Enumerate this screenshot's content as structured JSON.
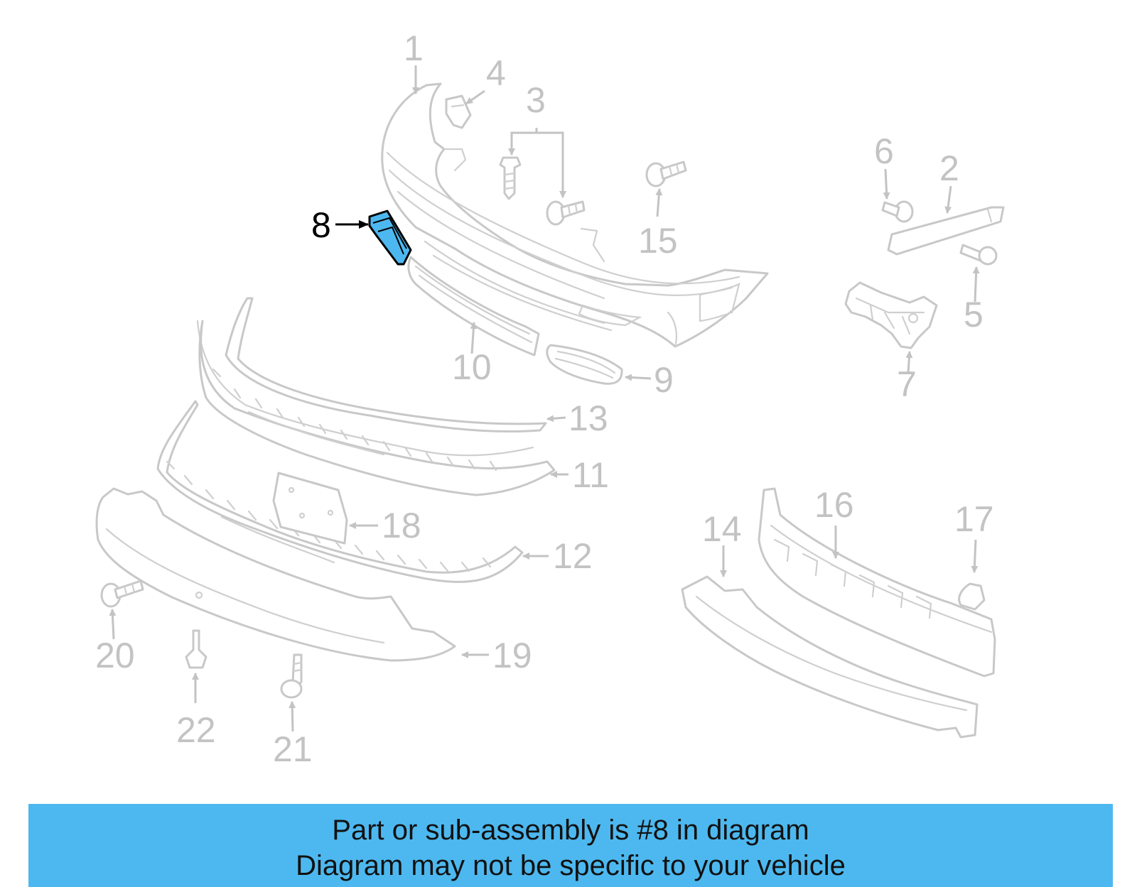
{
  "diagram": {
    "highlight_color": "#4db8ef",
    "callouts": {
      "c1": "1",
      "c2": "2",
      "c3": "3",
      "c4": "4",
      "c5": "5",
      "c6": "6",
      "c7": "7",
      "c8": "8",
      "c9": "9",
      "c10": "10",
      "c11": "11",
      "c12": "12",
      "c13": "13",
      "c14": "14",
      "c15": "15",
      "c16": "16",
      "c17": "17",
      "c18": "18",
      "c19": "19",
      "c20": "20",
      "c21": "21",
      "c22": "22"
    },
    "highlighted_part": "8"
  },
  "caption": {
    "line1": "Part or sub-assembly is #8 in diagram",
    "line2": "Diagram may not be specific to your vehicle",
    "background_color": "#4db8ef"
  }
}
